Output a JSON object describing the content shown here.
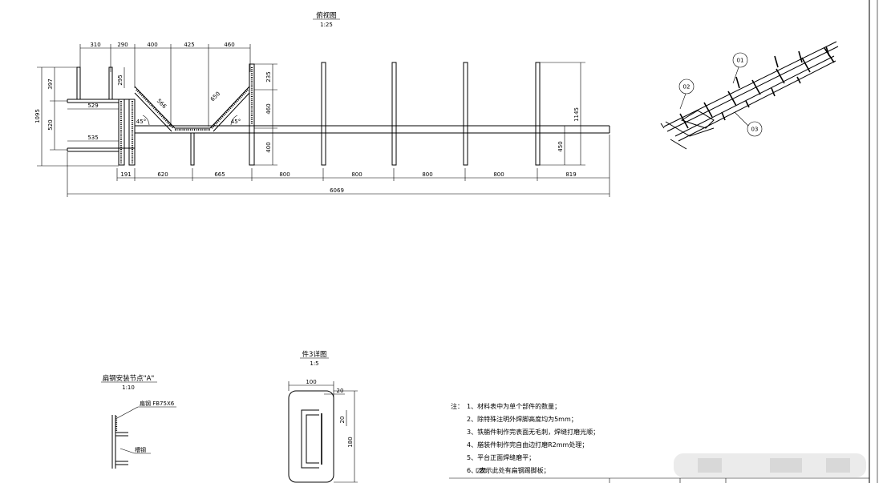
{
  "views": {
    "top": {
      "title": "俯视图",
      "scale": "1:25"
    },
    "detail3": {
      "title": "件3详图",
      "scale": "1:5"
    },
    "nodeA": {
      "title": "扁钢安装节点\"A\"",
      "scale": "1:10",
      "label_flat": "扁钢 FB75X6",
      "label_channel": "槽钢"
    }
  },
  "dims": {
    "top_row": [
      "310",
      "290",
      "400",
      "425",
      "460"
    ],
    "bottom_row": [
      "191",
      "620",
      "665",
      "800",
      "800",
      "800",
      "800",
      "819"
    ],
    "overall": "6069",
    "left_outer": "1095",
    "left_upper": "397",
    "left_lower": "520",
    "mid_295": "295",
    "arm_529": "529",
    "arm_535": "535",
    "diag_566": "566",
    "diag_650": "650",
    "angle": "45°",
    "right_235": "235",
    "right_460": "460",
    "right_400": "400",
    "far_1145": "1145",
    "far_450": "450",
    "detail_100": "100",
    "detail_20a": "20",
    "detail_20b": "20",
    "detail_180": "180"
  },
  "balloons": [
    "01",
    "02",
    "03"
  ],
  "notes": {
    "prefix": "注：",
    "items": [
      "1、材料表中为单个部件的数量；",
      "2、除特殊注明外焊脚高度均为5mm；",
      "3、铁艄件制作完表面无毛刺，焊缝打磨光顺；",
      "4、艏装件制作完自由边打磨R2mm处理；",
      "5、平台正面焊缝磨平；",
      "6、       表示此处有扁钢踢脚板；"
    ]
  }
}
